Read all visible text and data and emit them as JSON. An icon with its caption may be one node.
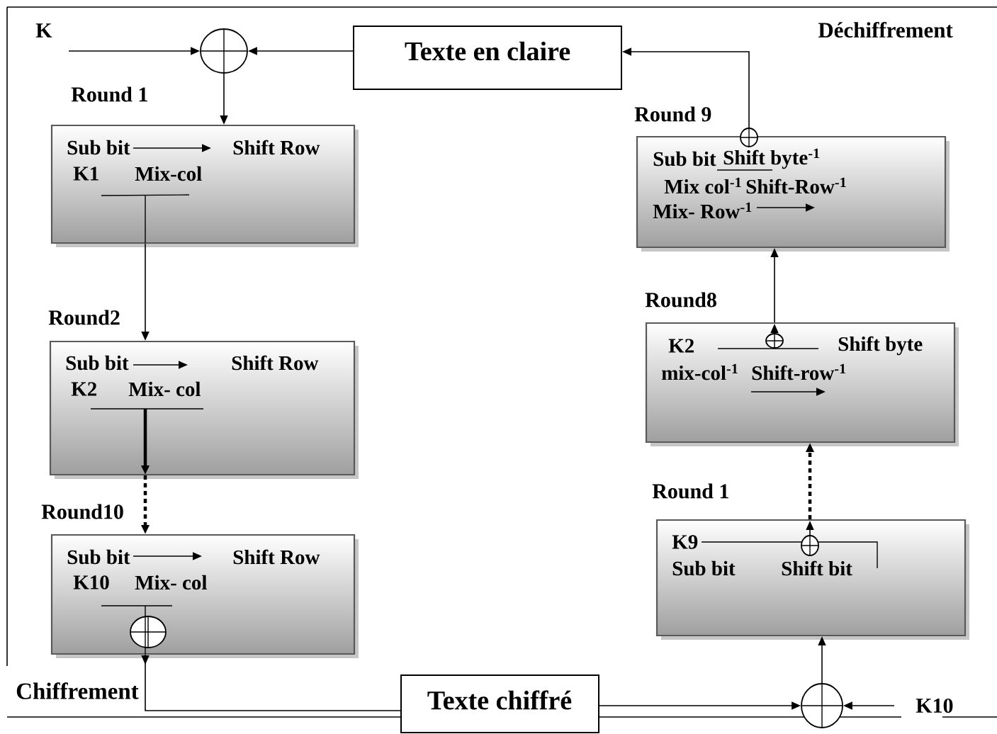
{
  "diagram": {
    "nodes": [
      {
        "text": [
          "Texte en claire"
        ]
      },
      {
        "text": [],
        "shape": "circle"
      },
      {
        "text": [
          "Sub bit",
          "Shift Row",
          "K1",
          "Mix-col"
        ],
        "beside": [
          "Round 1"
        ]
      },
      {
        "text": [
          "Sub bit",
          "Shift Row",
          "K2",
          "Mix- col"
        ],
        "beside": [
          "Round2"
        ]
      },
      {
        "text": [
          "Sub bit",
          "Shift Row",
          "K10",
          "Mix- col"
        ],
        "beside": [
          "Round10"
        ]
      },
      {
        "text": [
          "Texte chiffré"
        ]
      },
      {
        "text": [],
        "shape": "circle"
      },
      {
        "text": [
          "K9",
          "Sub bit",
          "Shift bit"
        ],
        "beside": [
          "Round 1"
        ]
      },
      {
        "text": [
          "K2",
          "Shift byte",
          "mix-col$^{-1}$",
          "Shift-row$^{-1}$"
        ],
        "beside": [
          "Round8"
        ]
      },
      {
        "text": [
          "Sub bit",
          "Shift byte$^{-1}$",
          "Mix col$^{-1}$",
          "Shift-Row$^{-1}$",
          "Mix- Row$^{-1}$"
        ],
        "beside": [
          "Round 9"
        ]
      }
    ],
    "edges": [
      {
        "from": null,
        "to": 1,
        "arrow": "to"
      },
      {
        "from": 0,
        "to": 1,
        "arrow": "to"
      },
      {
        "from": 1,
        "to": 2,
        "arrow": "to"
      },
      {
        "from": 2,
        "to": 3,
        "arrow": "to"
      },
      {
        "from": 3,
        "to": 4,
        "arrow": "to",
        "style": "dashed"
      },
      {
        "from": 4,
        "to": 5,
        "arrow": "to"
      },
      {
        "from": 5,
        "to": 6,
        "arrow": "to"
      },
      {
        "from": null,
        "to": 6,
        "arrow": "to"
      },
      {
        "from": 6,
        "to": 7,
        "arrow": "to"
      },
      {
        "from": 7,
        "to": 8,
        "arrow": "to",
        "style": "dashed"
      },
      {
        "from": 8,
        "to": 9,
        "arrow": "to"
      },
      {
        "from": 9,
        "to": 0,
        "arrow": "to"
      }
    ],
    "labels": [
      "K",
      "Déchiffrement",
      "Chiffrement",
      "K10"
    ]
  }
}
